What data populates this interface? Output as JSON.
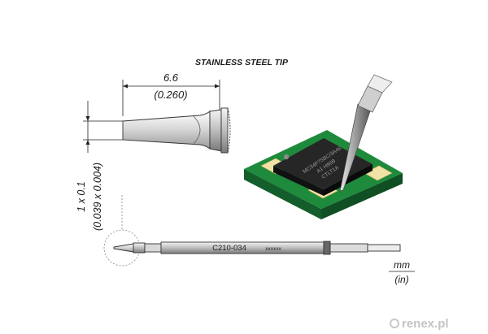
{
  "title": "STAINLESS STEEL TIP",
  "width_dim": {
    "mm": "6.6",
    "in": "(0.260)"
  },
  "tip_dim": {
    "mm": "1 x 0.1",
    "in": "(0.039 x 0.004)"
  },
  "part_number": "C210-034",
  "batch_code": "xxxxxx",
  "units": {
    "mm": "mm",
    "in": "(in)"
  },
  "chip_marking": [
    "MC34P75BC/3A46",
    "A1 H86B",
    "CTLT1A"
  ],
  "watermark": "renex.pl",
  "colors": {
    "pcb": "#1e8a3c",
    "chip": "#262626",
    "pad": "#f1e2a5",
    "steel": "#b8b8b8"
  }
}
